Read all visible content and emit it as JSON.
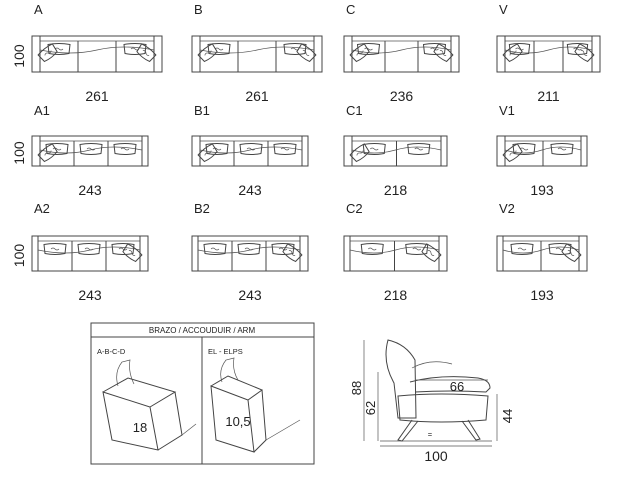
{
  "rows": [
    {
      "height_label": "100",
      "items": [
        {
          "code": "A",
          "width": "261",
          "seats": 3,
          "cushions": "both"
        },
        {
          "code": "B",
          "width": "261",
          "seats": 3,
          "cushions": "both"
        },
        {
          "code": "C",
          "width": "236",
          "seats": 3,
          "cushions": "both"
        },
        {
          "code": "V",
          "width": "211",
          "seats": 3,
          "cushions": "both"
        }
      ]
    },
    {
      "height_label": "100",
      "items": [
        {
          "code": "A1",
          "width": "243",
          "seats": 3,
          "cushions": "left"
        },
        {
          "code": "B1",
          "width": "243",
          "seats": 3,
          "cushions": "left"
        },
        {
          "code": "C1",
          "width": "218",
          "seats": 2,
          "cushions": "left"
        },
        {
          "code": "V1",
          "width": "193",
          "seats": 2,
          "cushions": "left"
        }
      ]
    },
    {
      "height_label": "100",
      "items": [
        {
          "code": "A2",
          "width": "243",
          "seats": 3,
          "cushions": "right"
        },
        {
          "code": "B2",
          "width": "243",
          "seats": 3,
          "cushions": "right"
        },
        {
          "code": "C2",
          "width": "218",
          "seats": 2,
          "cushions": "right"
        },
        {
          "code": "V2",
          "width": "193",
          "seats": 2,
          "cushions": "right"
        }
      ]
    }
  ],
  "arm_box": {
    "title": "BRAZO / ACCOUDUIR / ARM",
    "left_label": "A-B-C-D",
    "left_value": "18",
    "right_label": "EL - ELPS",
    "right_value": "10,5"
  },
  "side_view": {
    "total_height": "88",
    "seat_depth": "66",
    "arm_height": "62",
    "seat_height": "44",
    "depth": "100",
    "mark": "="
  }
}
